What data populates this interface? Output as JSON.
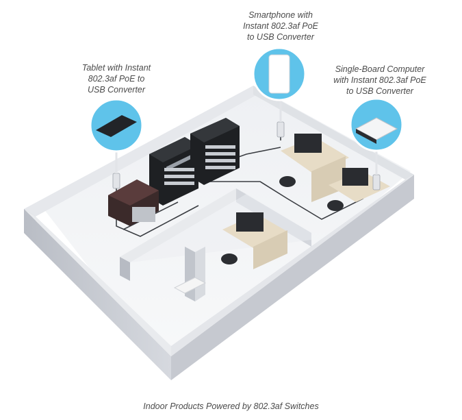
{
  "labels": {
    "tablet": "Tablet with Instant\n802.3af PoE to\nUSB Converter",
    "smartphone": "Smartphone with\nInstant 802.3af PoE\nto USB Converter",
    "sbc": "Single-Board Computer\nwith Instant 802.3af PoE\nto USB Converter"
  },
  "caption": "Indoor Products Powered by 802.3af Switches",
  "colors": {
    "bubble": "#5fc3ea",
    "wall": "#c9ccd3",
    "floor": "#f3f4f6",
    "cable": "#3a3d42"
  }
}
